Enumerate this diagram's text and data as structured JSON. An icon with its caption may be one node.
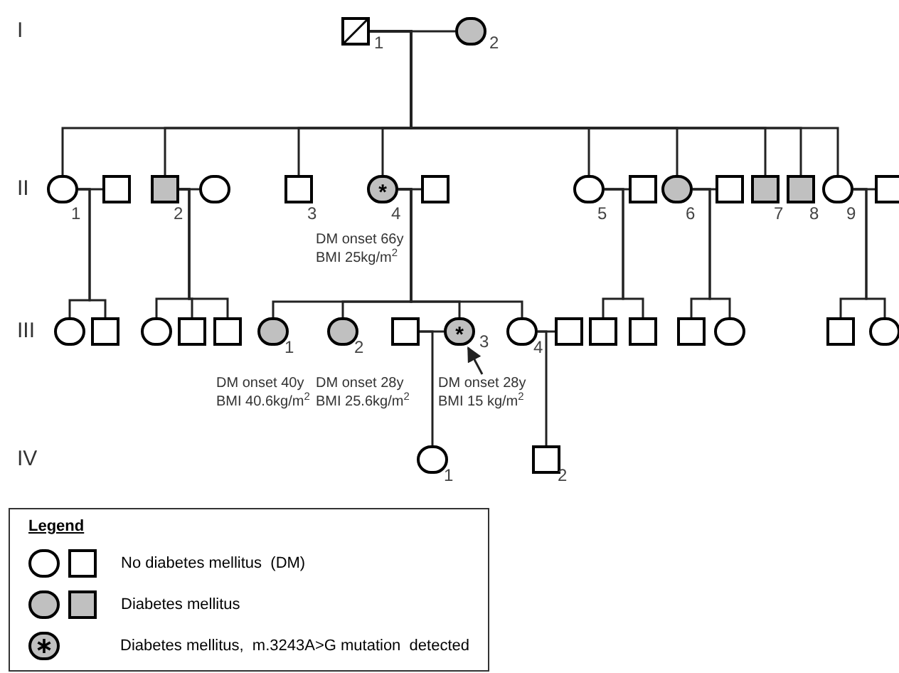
{
  "diagram": {
    "nodes": [
      {
        "text": [],
        "shape": "box",
        "beside": [
          "1"
        ]
      },
      {
        "text": [],
        "shape": "circle",
        "beside": [
          "2"
        ]
      },
      {
        "text": [],
        "shape": "circle",
        "beside": [
          "1"
        ]
      },
      {
        "text": [],
        "shape": "box"
      },
      {
        "text": [],
        "shape": "box",
        "beside": [
          "2"
        ]
      },
      {
        "text": [],
        "shape": "circle"
      },
      {
        "text": [],
        "shape": "box",
        "beside": [
          "3"
        ]
      },
      {
        "text": [
          "*"
        ],
        "beside": [
          "4",
          "DM onset 66y BMI 25kg/m$^{2}$"
        ]
      },
      {
        "text": [],
        "shape": "box"
      },
      {
        "text": [],
        "shape": "circle",
        "beside": [
          "5"
        ]
      },
      {
        "text": [],
        "shape": "box"
      },
      {
        "text": [],
        "shape": "circle",
        "beside": [
          "6"
        ]
      },
      {
        "text": [],
        "shape": "box"
      },
      {
        "text": [],
        "shape": "box",
        "beside": [
          "7"
        ]
      },
      {
        "text": [],
        "shape": "box",
        "beside": [
          "8"
        ]
      },
      {
        "text": [],
        "shape": "circle",
        "beside": [
          "9"
        ]
      },
      {
        "text": [],
        "shape": "box"
      },
      {
        "text": [],
        "shape": "circle"
      },
      {
        "text": [],
        "shape": "box"
      },
      {
        "text": [],
        "shape": "circle"
      },
      {
        "text": [],
        "shape": "box"
      },
      {
        "text": [],
        "shape": "box"
      },
      {
        "text": [],
        "shape": "circle",
        "beside": [
          "1",
          "DM onset 40y BMI 40.6kg/m$^{2}$"
        ]
      },
      {
        "text": [],
        "shape": "circle",
        "beside": [
          "2",
          "DM onset 28y BMI 25.6kg/m$^{2}$"
        ]
      },
      {
        "text": [],
        "shape": "box"
      },
      {
        "text": [
          "*"
        ],
        "beside": [
          "3",
          "DM onset 28y BMI 15 kg/m$^{2}$"
        ]
      },
      {
        "text": [],
        "shape": "circle",
        "beside": [
          "4"
        ]
      },
      {
        "text": [],
        "shape": "box"
      },
      {
        "text": [],
        "shape": "box"
      },
      {
        "text": [],
        "shape": "box"
      },
      {
        "text": [],
        "shape": "box"
      },
      {
        "text": [],
        "shape": "circle"
      },
      {
        "text": [],
        "shape": "box"
      },
      {
        "text": [],
        "shape": "circle"
      },
      {
        "text": [],
        "shape": "circle",
        "beside": [
          "1"
        ]
      },
      {
        "text": [],
        "shape": "box",
        "beside": [
          "2"
        ]
      }
    ],
    "edges": [
      {
        "from": 0,
        "to": 1,
        "arrow": "none"
      },
      {
        "from": 2,
        "to": 3,
        "arrow": "none"
      },
      {
        "from": 4,
        "to": 5,
        "arrow": "none"
      },
      {
        "from": 7,
        "to": 8,
        "arrow": "none"
      },
      {
        "from": 9,
        "to": 10,
        "arrow": "none"
      },
      {
        "from": 11,
        "to": 12,
        "arrow": "none"
      },
      {
        "from": 15,
        "to": 16,
        "arrow": "none"
      },
      {
        "from": 24,
        "to": 25,
        "arrow": "none"
      },
      {
        "from": 26,
        "to": 27,
        "arrow": "none"
      },
      {
        "from": 0,
        "to": 2,
        "arrow": "none"
      },
      {
        "from": 0,
        "to": 4,
        "arrow": "none"
      },
      {
        "from": 0,
        "to": 6,
        "arrow": "none"
      },
      {
        "from": 0,
        "to": 7,
        "arrow": "none"
      },
      {
        "from": 0,
        "to": 9,
        "arrow": "none"
      },
      {
        "from": 0,
        "to": 11,
        "arrow": "none"
      },
      {
        "from": 0,
        "to": 13,
        "arrow": "none"
      },
      {
        "from": 0,
        "to": 14,
        "arrow": "none"
      },
      {
        "from": 0,
        "to": 15,
        "arrow": "none"
      },
      {
        "from": 2,
        "to": 17,
        "arrow": "none"
      },
      {
        "from": 2,
        "to": 18,
        "arrow": "none"
      },
      {
        "from": 4,
        "to": 19,
        "arrow": "none"
      },
      {
        "from": 4,
        "to": 20,
        "arrow": "none"
      },
      {
        "from": 4,
        "to": 21,
        "arrow": "none"
      },
      {
        "from": 7,
        "to": 22,
        "arrow": "none"
      },
      {
        "from": 7,
        "to": 23,
        "arrow": "none"
      },
      {
        "from": 7,
        "to": 25,
        "arrow": "none"
      },
      {
        "from": 7,
        "to": 26,
        "arrow": "none"
      },
      {
        "from": 9,
        "to": 28,
        "arrow": "none"
      },
      {
        "from": 9,
        "to": 29,
        "arrow": "none"
      },
      {
        "from": 11,
        "to": 30,
        "arrow": "none"
      },
      {
        "from": 11,
        "to": 31,
        "arrow": "none"
      },
      {
        "from": 15,
        "to": 32,
        "arrow": "none"
      },
      {
        "from": 15,
        "to": 33,
        "arrow": "none"
      },
      {
        "from": 24,
        "to": 34,
        "arrow": "none"
      },
      {
        "from": 26,
        "to": 35,
        "arrow": "none"
      },
      {
        "from": null,
        "to": 25,
        "arrow": "to"
      }
    ],
    "labels": [
      "I",
      "II",
      "III",
      "IV",
      "Legend"
    ],
    "legend": [
      {
        "text": "No diabetes mellitus  (DM)"
      },
      {
        "text": "Diabetes mellitus"
      },
      {
        "text": "Diabetes mellitus,  m.3243A>G mutation  detected"
      }
    ]
  }
}
